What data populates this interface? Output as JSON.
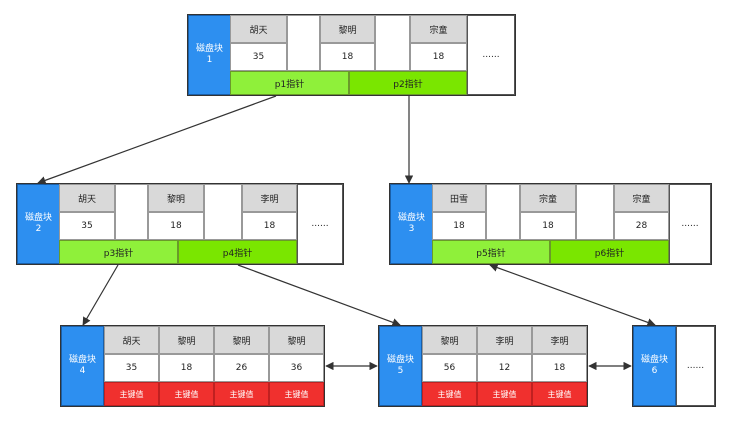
{
  "disk_label": "磁盘块",
  "more": "......",
  "pk_label": "主键值",
  "block1": {
    "num": "1",
    "cells": [
      {
        "name": "胡天",
        "value": "35"
      },
      {
        "name": "黎明",
        "value": "18"
      },
      {
        "name": "宗童",
        "value": "18"
      }
    ],
    "pointers": [
      "p1指针",
      "p2指针"
    ]
  },
  "block2": {
    "num": "2",
    "cells": [
      {
        "name": "胡天",
        "value": "35"
      },
      {
        "name": "黎明",
        "value": "18"
      },
      {
        "name": "李明",
        "value": "18"
      }
    ],
    "pointers": [
      "p3指针",
      "p4指针"
    ]
  },
  "block3": {
    "num": "3",
    "cells": [
      {
        "name": "田雪",
        "value": "18"
      },
      {
        "name": "宗童",
        "value": "18"
      },
      {
        "name": "宗童",
        "value": "28"
      }
    ],
    "pointers": [
      "p5指针",
      "p6指针"
    ]
  },
  "block4": {
    "num": "4",
    "cells": [
      {
        "name": "胡天",
        "value": "35"
      },
      {
        "name": "黎明",
        "value": "18"
      },
      {
        "name": "黎明",
        "value": "26"
      },
      {
        "name": "黎明",
        "value": "36"
      }
    ]
  },
  "block5": {
    "num": "5",
    "cells": [
      {
        "name": "黎明",
        "value": "56"
      },
      {
        "name": "李明",
        "value": "12"
      },
      {
        "name": "李明",
        "value": "18"
      }
    ]
  },
  "block6": {
    "num": "6"
  }
}
